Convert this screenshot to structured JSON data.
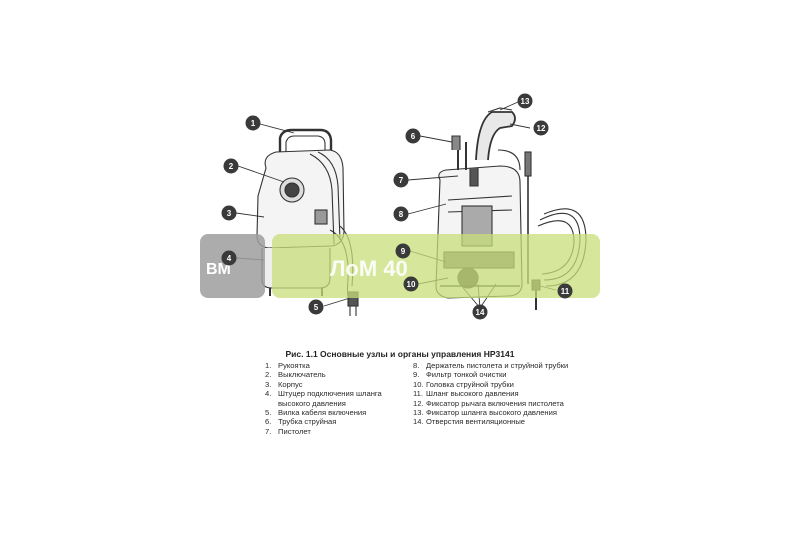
{
  "caption": "Рис. 1.1 Основные узлы и органы управления HP3141",
  "watermark": {
    "text": "ВМ ЛоМ 40",
    "colors": {
      "left_block": "#9e9e9e",
      "right_block": "#c8df7a"
    }
  },
  "callouts": [
    "1",
    "2",
    "3",
    "4",
    "5",
    "6",
    "7",
    "8",
    "9",
    "10",
    "11",
    "12",
    "13",
    "14"
  ],
  "legend_left": [
    {
      "num": "1.",
      "text": "Рукоятка"
    },
    {
      "num": "2.",
      "text": "Выключатель"
    },
    {
      "num": "3.",
      "text": "Корпус"
    },
    {
      "num": "4.",
      "text": "Штуцер подключения шланга"
    },
    {
      "num": "",
      "text": "высокого давления"
    },
    {
      "num": "5.",
      "text": "Вилка кабеля включения"
    },
    {
      "num": "6.",
      "text": "Трубка струйная"
    },
    {
      "num": "7.",
      "text": "Пистолет"
    }
  ],
  "legend_right": [
    {
      "num": "8.",
      "text": "Держатель пистолета и струйной трубки"
    },
    {
      "num": "9.",
      "text": "Фильтр тонкой очистки"
    },
    {
      "num": "10.",
      "text": "Головка струйной трубки"
    },
    {
      "num": "11.",
      "text": "Шланг высокого давления"
    },
    {
      "num": "12.",
      "text": "Фиксатор рычага включения пистолета"
    },
    {
      "num": "13.",
      "text": "Фиксатор шланга высокого давления"
    },
    {
      "num": "14.",
      "text": "Отверстия вентиляционные"
    }
  ]
}
